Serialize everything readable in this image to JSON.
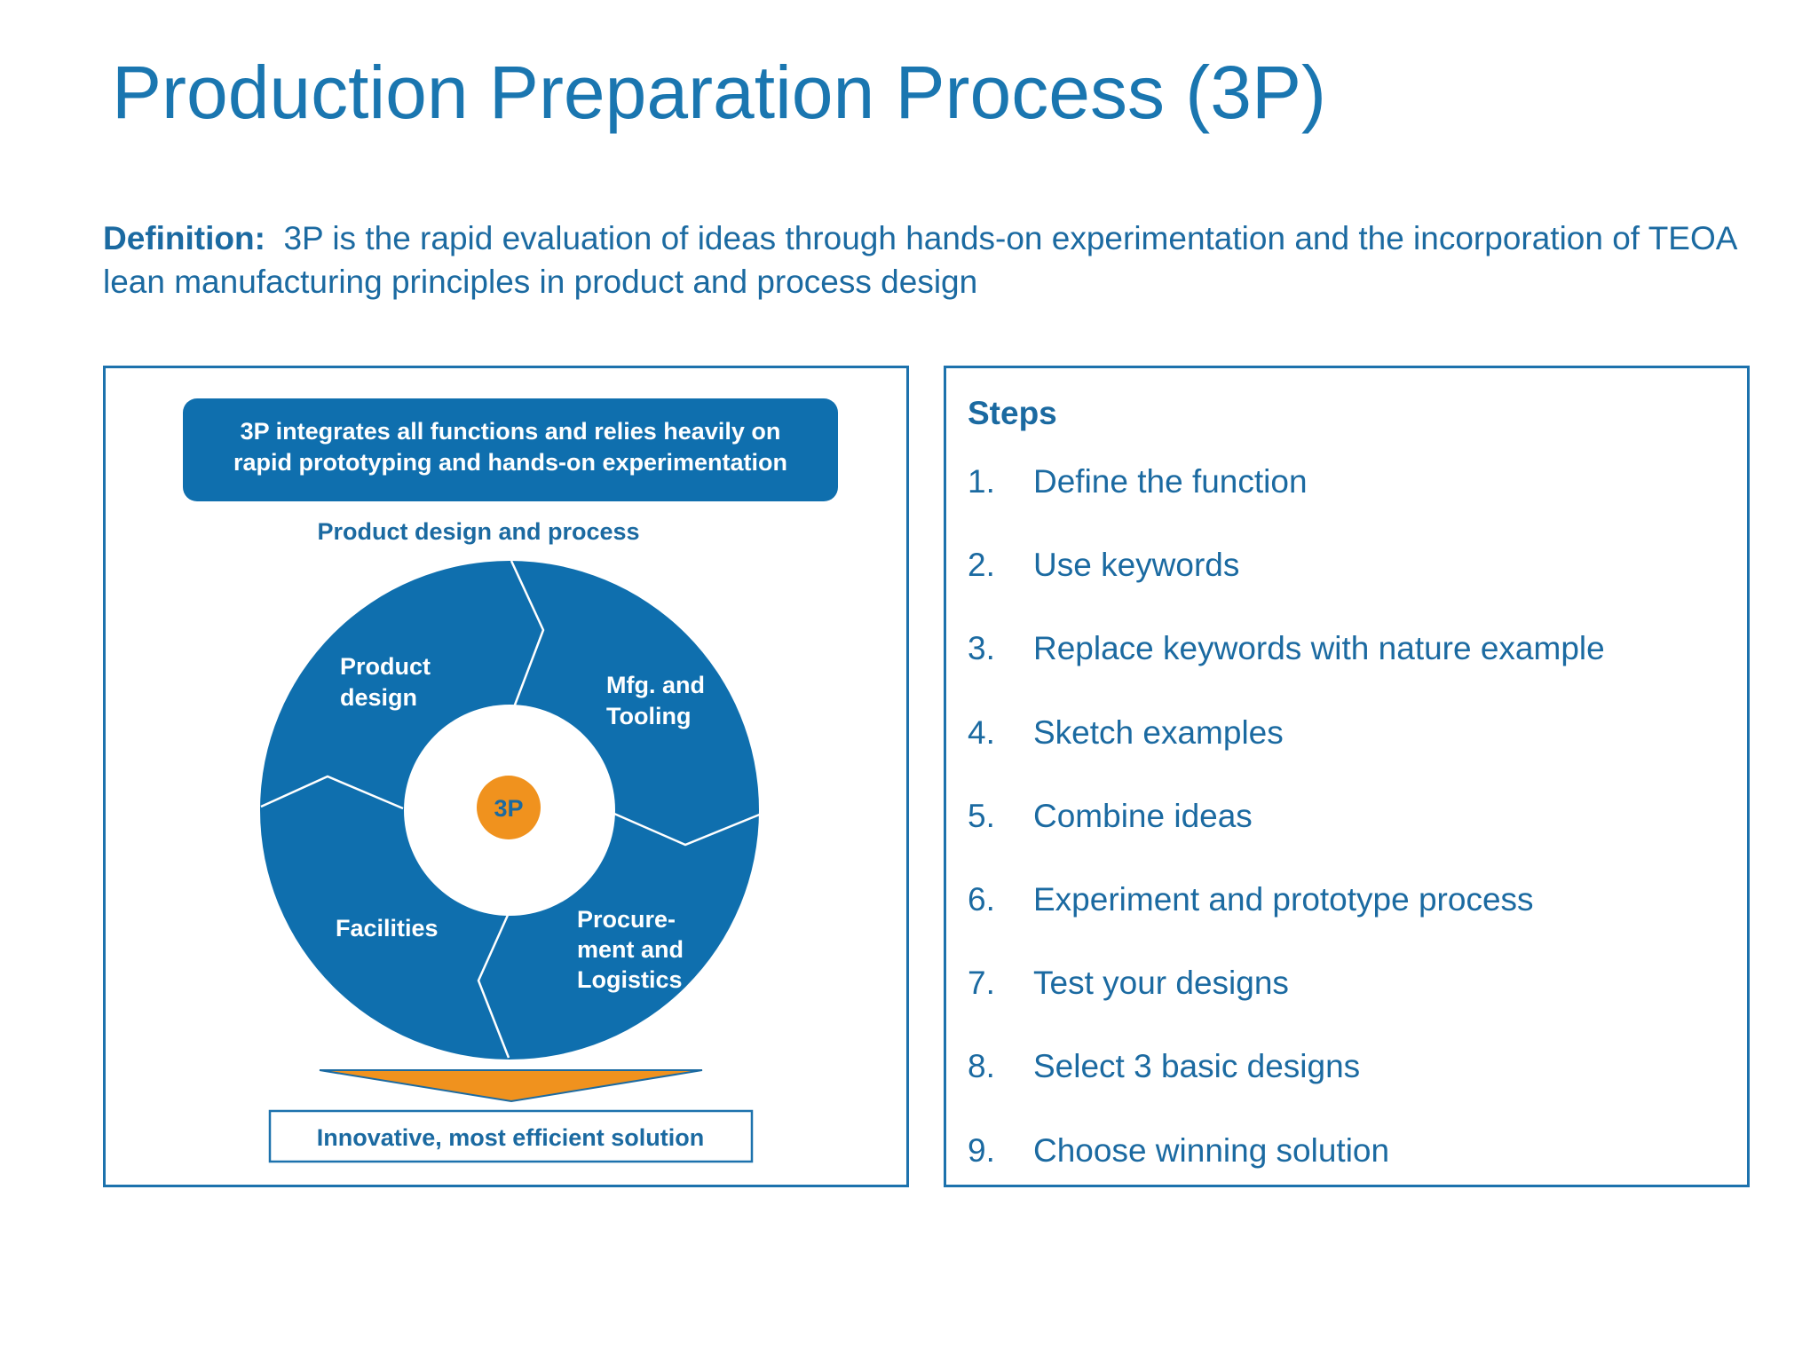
{
  "title": "Production Preparation Process (3P)",
  "definition": {
    "label": "Definition:",
    "text": "3P is the rapid evaluation of ideas through hands-on experimentation and the incorporation of TEOA lean manufacturing principles in product and process design"
  },
  "diagram": {
    "banner": [
      "3P integrates all functions and relies heavily on",
      "rapid prototyping and hands-on experimentation"
    ],
    "ring_caption": "Product design and process",
    "center_label": "3P",
    "segments": {
      "product_design": [
        "Product",
        "design"
      ],
      "mfg_tooling": [
        "Mfg. and",
        "Tooling"
      ],
      "facilities": [
        "Facilities"
      ],
      "procurement": [
        "Procure-",
        "ment and",
        "Logistics"
      ]
    },
    "outcome": "Innovative, most efficient solution",
    "colors": {
      "ring": "#0f6fae",
      "accent": "#f0921e",
      "text": "#1b6aa1"
    }
  },
  "steps": {
    "title": "Steps",
    "items": [
      {
        "num": "1.",
        "text": "Define the function"
      },
      {
        "num": "2.",
        "text": "Use keywords"
      },
      {
        "num": "3.",
        "text": "Replace keywords with nature example"
      },
      {
        "num": "4.",
        "text": "Sketch examples"
      },
      {
        "num": "5.",
        "text": "Combine ideas"
      },
      {
        "num": "6.",
        "text": "Experiment and prototype process"
      },
      {
        "num": "7.",
        "text": "Test your designs"
      },
      {
        "num": "8.",
        "text": "Select 3 basic designs"
      },
      {
        "num": "9.",
        "text": "Choose winning solution"
      }
    ]
  }
}
